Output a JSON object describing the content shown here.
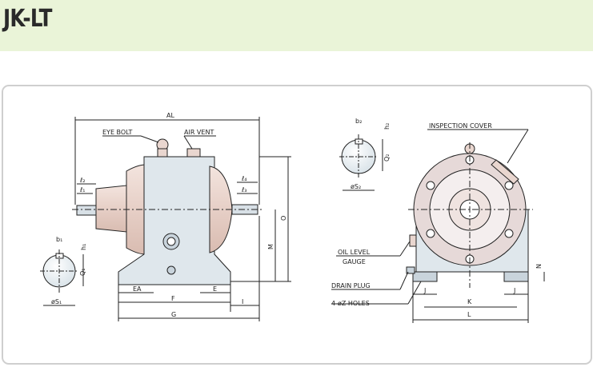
{
  "header": {
    "title": "JK-LT"
  },
  "colors": {
    "header_bg": "#eaf4d8",
    "housing": "#dfe7ec",
    "motor": "#e9d6cf",
    "line": "#222222",
    "frame_border": "#cfcfcf"
  },
  "front_view": {
    "labels": {
      "al": "AL",
      "eye_bolt": "EYE BOLT",
      "air_vent": "AIR VENT",
      "l2_left": "ℓ₂",
      "l1_left": "ℓ₁",
      "l4_right": "ℓ₄",
      "l3_right": "ℓ₃",
      "o": "O",
      "m": "M",
      "ea": "EA",
      "e": "E",
      "f": "F",
      "i": "I",
      "g": "G"
    }
  },
  "small_shaft_view": {
    "labels": {
      "b1": "b₁",
      "h1": "h₁",
      "q1": "Q₁",
      "s1": "øS₁"
    }
  },
  "top_shaft_view": {
    "labels": {
      "b2": "b₂",
      "h2": "h₂",
      "q2": "Q₂",
      "s2": "øS₂"
    }
  },
  "side_view": {
    "labels": {
      "inspection_cover": "INSPECTION COVER",
      "oil_level_1": "OIL LEVEL",
      "oil_level_2": "GAUGE",
      "drain_plug": "DRAIN PLUG",
      "z_holes": "4-øZ HOLES",
      "n": "N",
      "j_left": "J",
      "j_right": "J",
      "k": "K",
      "l": "L"
    }
  }
}
